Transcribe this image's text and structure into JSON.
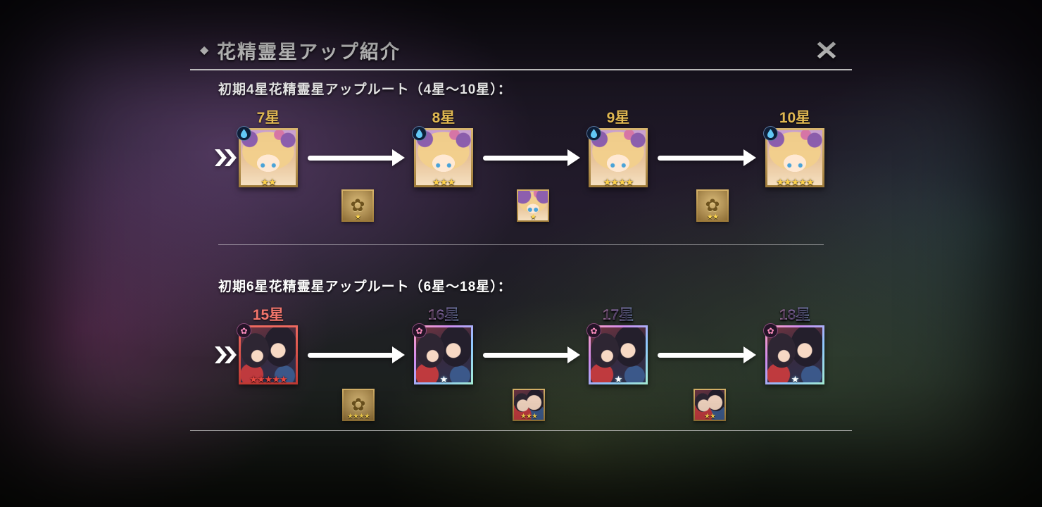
{
  "panel": {
    "title": "花精霊星アップ紹介"
  },
  "icons": {
    "bullet": "◆",
    "close": "✕",
    "flower": "✿"
  },
  "colors": {
    "gold_label": "#e9bf55",
    "red_label": "#f3766c",
    "prism_gradient": [
      "#ffa0b8",
      "#c79bf2",
      "#86d2ff"
    ],
    "gold_frame": "#c7a35c",
    "red_frame": "#e0524c",
    "star_gold": "#ffd34d",
    "arrow": "#ffffff"
  },
  "sections": [
    {
      "heading": "初期4星花精霊星アップルート（4星〜10星）：",
      "stages": [
        {
          "label": "7星",
          "stars": "★★"
        },
        {
          "label": "8星",
          "stars": "★★★"
        },
        {
          "label": "9星",
          "stars": "★★★★"
        },
        {
          "label": "10星",
          "stars": "★★★★★"
        }
      ],
      "materials": [
        {
          "icon": "flower-material",
          "stars": "★"
        },
        {
          "icon": "portrait-material",
          "stars": "★"
        },
        {
          "icon": "flower-material",
          "stars": "★★"
        }
      ]
    },
    {
      "heading": "初期6星花精霊星アップルート（6星〜18星）：",
      "stages": [
        {
          "label": "15星",
          "stars": "★★★★★"
        },
        {
          "label": "16星",
          "stars": "★"
        },
        {
          "label": "17星",
          "stars": "★"
        },
        {
          "label": "18星",
          "stars": "★"
        }
      ],
      "materials": [
        {
          "icon": "flower-material",
          "stars": "★★★★"
        },
        {
          "label": "",
          "icon": "portrait-material",
          "stars": "★★★"
        },
        {
          "icon": "portrait-material",
          "stars": "★★"
        }
      ]
    }
  ]
}
